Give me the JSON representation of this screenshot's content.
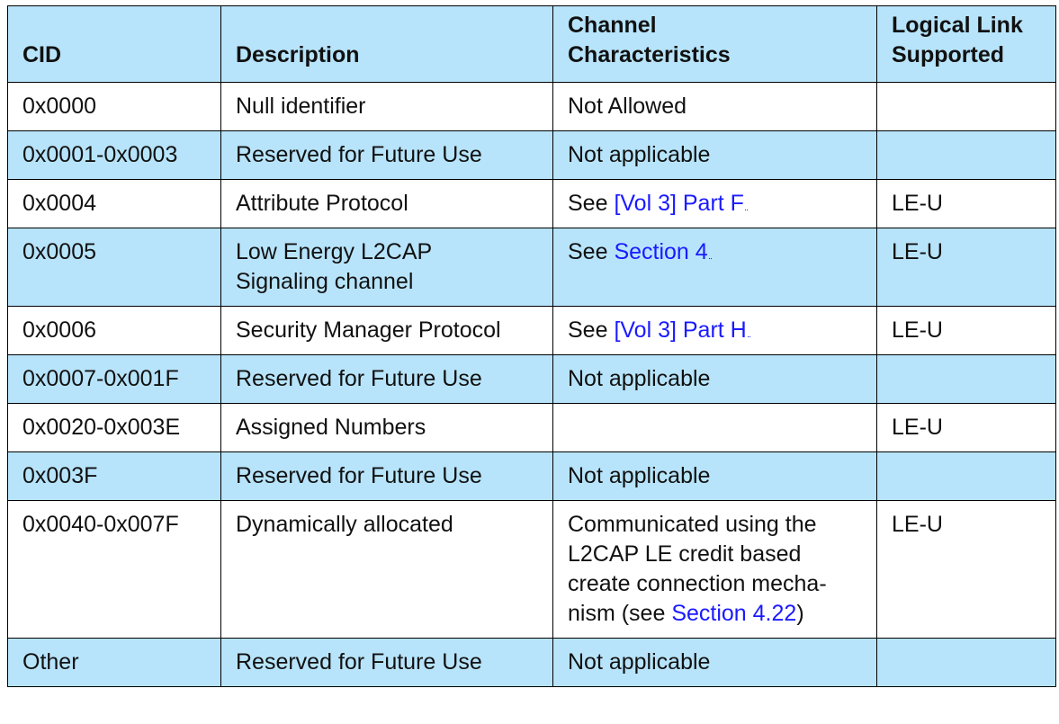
{
  "table": {
    "headers": {
      "cid": "CID",
      "description": "Description",
      "channel_line1": "Channel",
      "channel_line2": "Characteristics",
      "logical_line1": "Logical Link",
      "logical_line2": "Supported"
    },
    "rows": [
      {
        "cid": "0x0000",
        "description": "Null identifier",
        "channel_text": "Not Allowed",
        "logical": ""
      },
      {
        "cid": "0x0001-0x0003",
        "description": "Reserved for Future Use",
        "channel_text": "Not applicable",
        "logical": ""
      },
      {
        "cid": "0x0004",
        "description": "Attribute Protocol",
        "channel_prefix": "See ",
        "channel_link": "[Vol 3] Part F",
        "logical": "LE-U"
      },
      {
        "cid": "0x0005",
        "description_line1": "Low Energy L2CAP",
        "description_line2": "Signaling channel",
        "channel_prefix": "See ",
        "channel_link": "Section 4",
        "logical": "LE-U"
      },
      {
        "cid": "0x0006",
        "description": "Security Manager Protocol",
        "channel_prefix": "See ",
        "channel_link": "[Vol 3] Part H",
        "logical": "LE-U"
      },
      {
        "cid": "0x0007-0x001F",
        "description": "Reserved for Future Use",
        "channel_text": "Not applicable",
        "logical": ""
      },
      {
        "cid": "0x0020-0x003E",
        "description": "Assigned Numbers",
        "channel_text": "",
        "logical": "LE-U"
      },
      {
        "cid": "0x003F",
        "description": "Reserved for Future Use",
        "channel_text": "Not applicable",
        "logical": ""
      },
      {
        "cid": "0x0040-0x007F",
        "description": "Dynamically allocated",
        "channel_line1": "Communicated using the",
        "channel_line2": "L2CAP LE credit based",
        "channel_line3": "create connection mecha-",
        "channel_line4_prefix": "nism (see ",
        "channel_link": "Section 4.22",
        "channel_line4_suffix": ")",
        "logical": "LE-U"
      },
      {
        "cid": "Other",
        "description": "Reserved for Future Use",
        "channel_text": "Not applicable",
        "logical": ""
      }
    ]
  }
}
